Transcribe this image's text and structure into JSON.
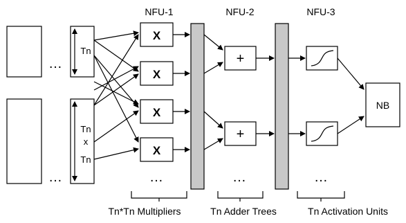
{
  "stages": {
    "nfu1": "NFU-1",
    "nfu2": "NFU-2",
    "nfu3": "NFU-3"
  },
  "inputs": {
    "top_label": "Tn",
    "bottom_label_line1": "Tn",
    "bottom_label_line2": "x",
    "bottom_label_line3": "Tn",
    "ellipsis": "…"
  },
  "units": {
    "multiplier_symbol": "X",
    "adder_symbol": "+",
    "output_buffer": "NB",
    "ellipsis": "…"
  },
  "captions": {
    "multipliers": "Tn*Tn Multipliers",
    "adders": "Tn Adder Trees",
    "activation": "Tn Activation Units"
  },
  "colors": {
    "pipeline_bar": "#c8c8c8",
    "stroke": "#000000"
  }
}
